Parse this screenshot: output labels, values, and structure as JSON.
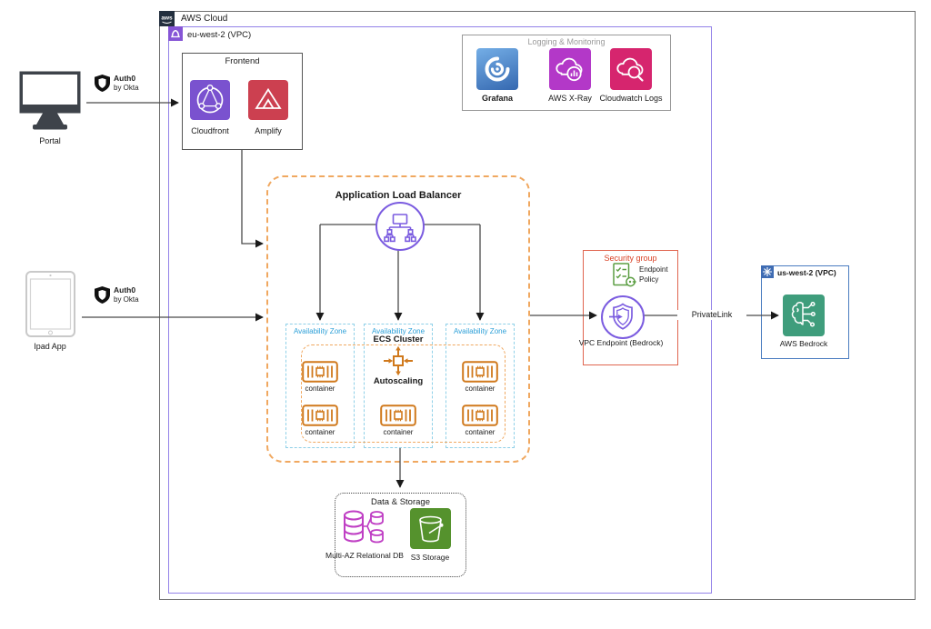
{
  "aws_cloud": {
    "label": "AWS Cloud",
    "logo_text": "aws"
  },
  "vpc_eu": {
    "label": "eu-west-2 (VPC)"
  },
  "external": {
    "portal_label": "Portal",
    "ipad_label": "Ipad App",
    "auth0_name": "Auth0",
    "auth0_byline": "by Okta"
  },
  "frontend": {
    "title": "Frontend",
    "cloudfront_label": "Cloudfront",
    "amplify_label": "Amplify"
  },
  "logging": {
    "title": "Logging & Monitoring",
    "grafana_label": "Grafana",
    "xray_label": "AWS X-Ray",
    "cloudwatch_label": "Cloudwatch Logs"
  },
  "alb": {
    "title": "Application Load Balancer"
  },
  "ecs": {
    "az_label": "Availability Zone",
    "cluster_title": "ECS Cluster",
    "autoscaling_label": "Autoscaling",
    "container_label": "container"
  },
  "security_group": {
    "title": "Security group",
    "endpoint_policy_label": "Endpoint Policy",
    "vpc_endpoint_label": "VPC Endpoint (Bedrock)"
  },
  "privatelink_label": "PrivateLink",
  "vpc_us": {
    "label": "us-west-2 (VPC)",
    "bedrock_label": "AWS Bedrock"
  },
  "storage": {
    "title": "Data & Storage",
    "db_label": "Multi-AZ Relational DB",
    "s3_label": "S3 Storage"
  },
  "colors": {
    "aws_dark": "#232f3e",
    "vpc_purple_border": "#9382e8",
    "alb_purple": "#7b5ce0",
    "ecs_orange": "#d0791c",
    "orange_dash": "#f0a860",
    "az_blue": "#2da0d8",
    "security_red": "#d94226",
    "cloudfront_purple": "#7a52cf",
    "amplify_red": "#cc4050",
    "grafana_blue": "#4c8ad2",
    "xray_magenta": "#b338c8",
    "cloudwatch_pink": "#d6256e",
    "bedrock_green": "#3f9d7c",
    "s3_green": "#55922d",
    "db_magenta": "#bf3ec4",
    "us_vpc_blue": "#4a7cc0"
  }
}
